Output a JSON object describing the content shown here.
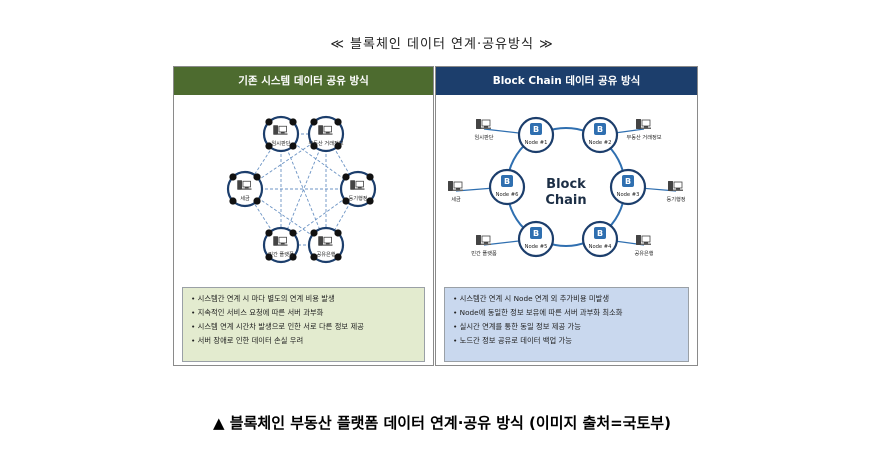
{
  "page_title": "≪ 블록체인 데이터 연계·공유방식 ≫",
  "left_panel": {
    "header": "기존 시스템 데이터 공유 방식",
    "nodes": [
      "임시판단",
      "부동산 거래정보",
      "등기행정",
      "공유은행",
      "민간 플랫폼",
      "세금"
    ],
    "bullets": [
      "• 시스템간 연계 시 마다 별도의 연계 비용 발생",
      "• 지속적인 서비스 요청에 따른 서버 과부화",
      "• 시스템 연계 시간차 발생으로 인한 서로 다른 정보 제공",
      "• 서버 장애로 인한 데이터 손실 우려"
    ]
  },
  "right_panel": {
    "header": "Block Chain 데이터 공유 방식",
    "center_line1": "Block",
    "center_line2": "Chain",
    "nodes": [
      "Node #1",
      "Node #2",
      "Node #3",
      "Node #4",
      "Node #5",
      "Node #6"
    ],
    "node_icon_letter": "B",
    "systems": [
      "임시판단",
      "부동산 거래정보",
      "등기행정",
      "공유은행",
      "민간 플랫폼",
      "세금"
    ],
    "bullets": [
      "• 시스템간 연계 시 Node 연계 외 추가비용 미발생",
      "• Node에 동일한 정보 보유에 따른 서버 과부화 최소화",
      "• 실시간 연계를 통한 동일 정보 제공 가능",
      "• 노드간 정보 공유로 데이터 백업 가능"
    ]
  },
  "caption": "▲ 블록체인 부동산 플랫폼 데이터 연계·공유 방식 (이미지 출처=국토부)",
  "colors": {
    "left_header": "#4d6b2f",
    "right_header": "#1c3e6c",
    "node_ring": "#1c3e6c",
    "node_icon": "#2f6fb0",
    "left_box": "#e3ebcf",
    "right_box": "#c9d8ee"
  }
}
